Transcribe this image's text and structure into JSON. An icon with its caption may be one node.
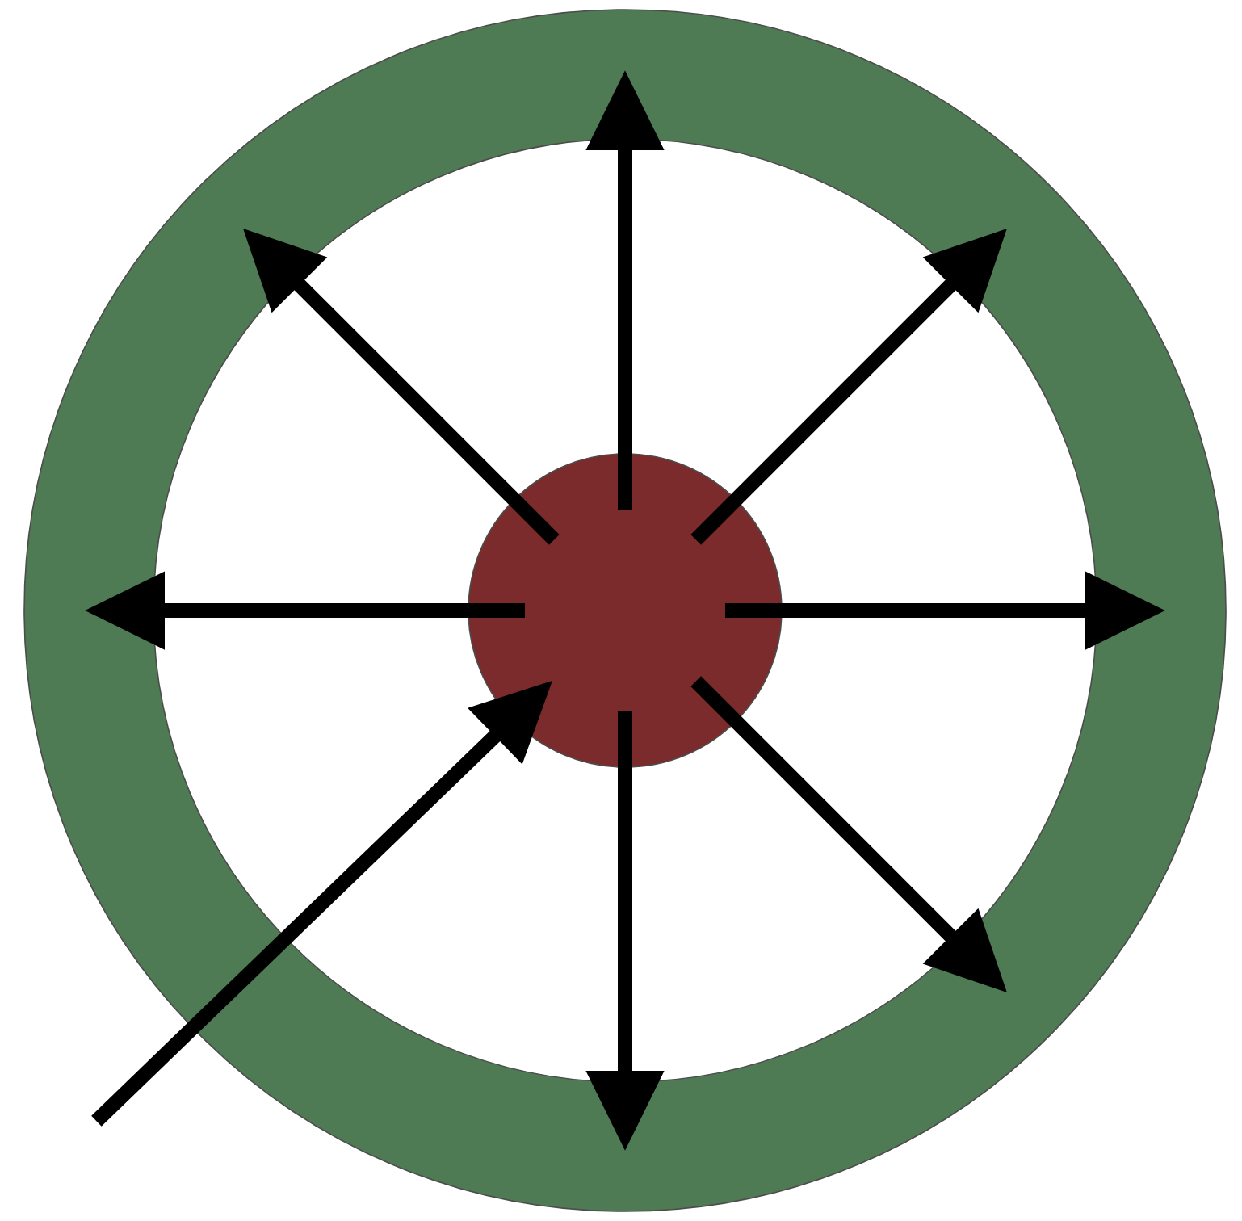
{
  "diagram": {
    "nodes": [
      {
        "text": [],
        "shape": "circle"
      },
      {
        "text": [],
        "shape": "circle",
        "in": 0
      }
    ],
    "edges": [
      {
        "from": 1,
        "to": 0,
        "arrow": "to"
      },
      {
        "from": 1,
        "to": 0,
        "arrow": "to"
      },
      {
        "from": 1,
        "to": 0,
        "arrow": "to"
      },
      {
        "from": 1,
        "to": 0,
        "arrow": "to"
      },
      {
        "from": 1,
        "to": 0,
        "arrow": "to"
      },
      {
        "from": 1,
        "to": 0,
        "arrow": "to"
      },
      {
        "from": 1,
        "to": 0,
        "arrow": "to"
      },
      {
        "from": null,
        "to": 1,
        "arrow": "to"
      }
    ]
  }
}
